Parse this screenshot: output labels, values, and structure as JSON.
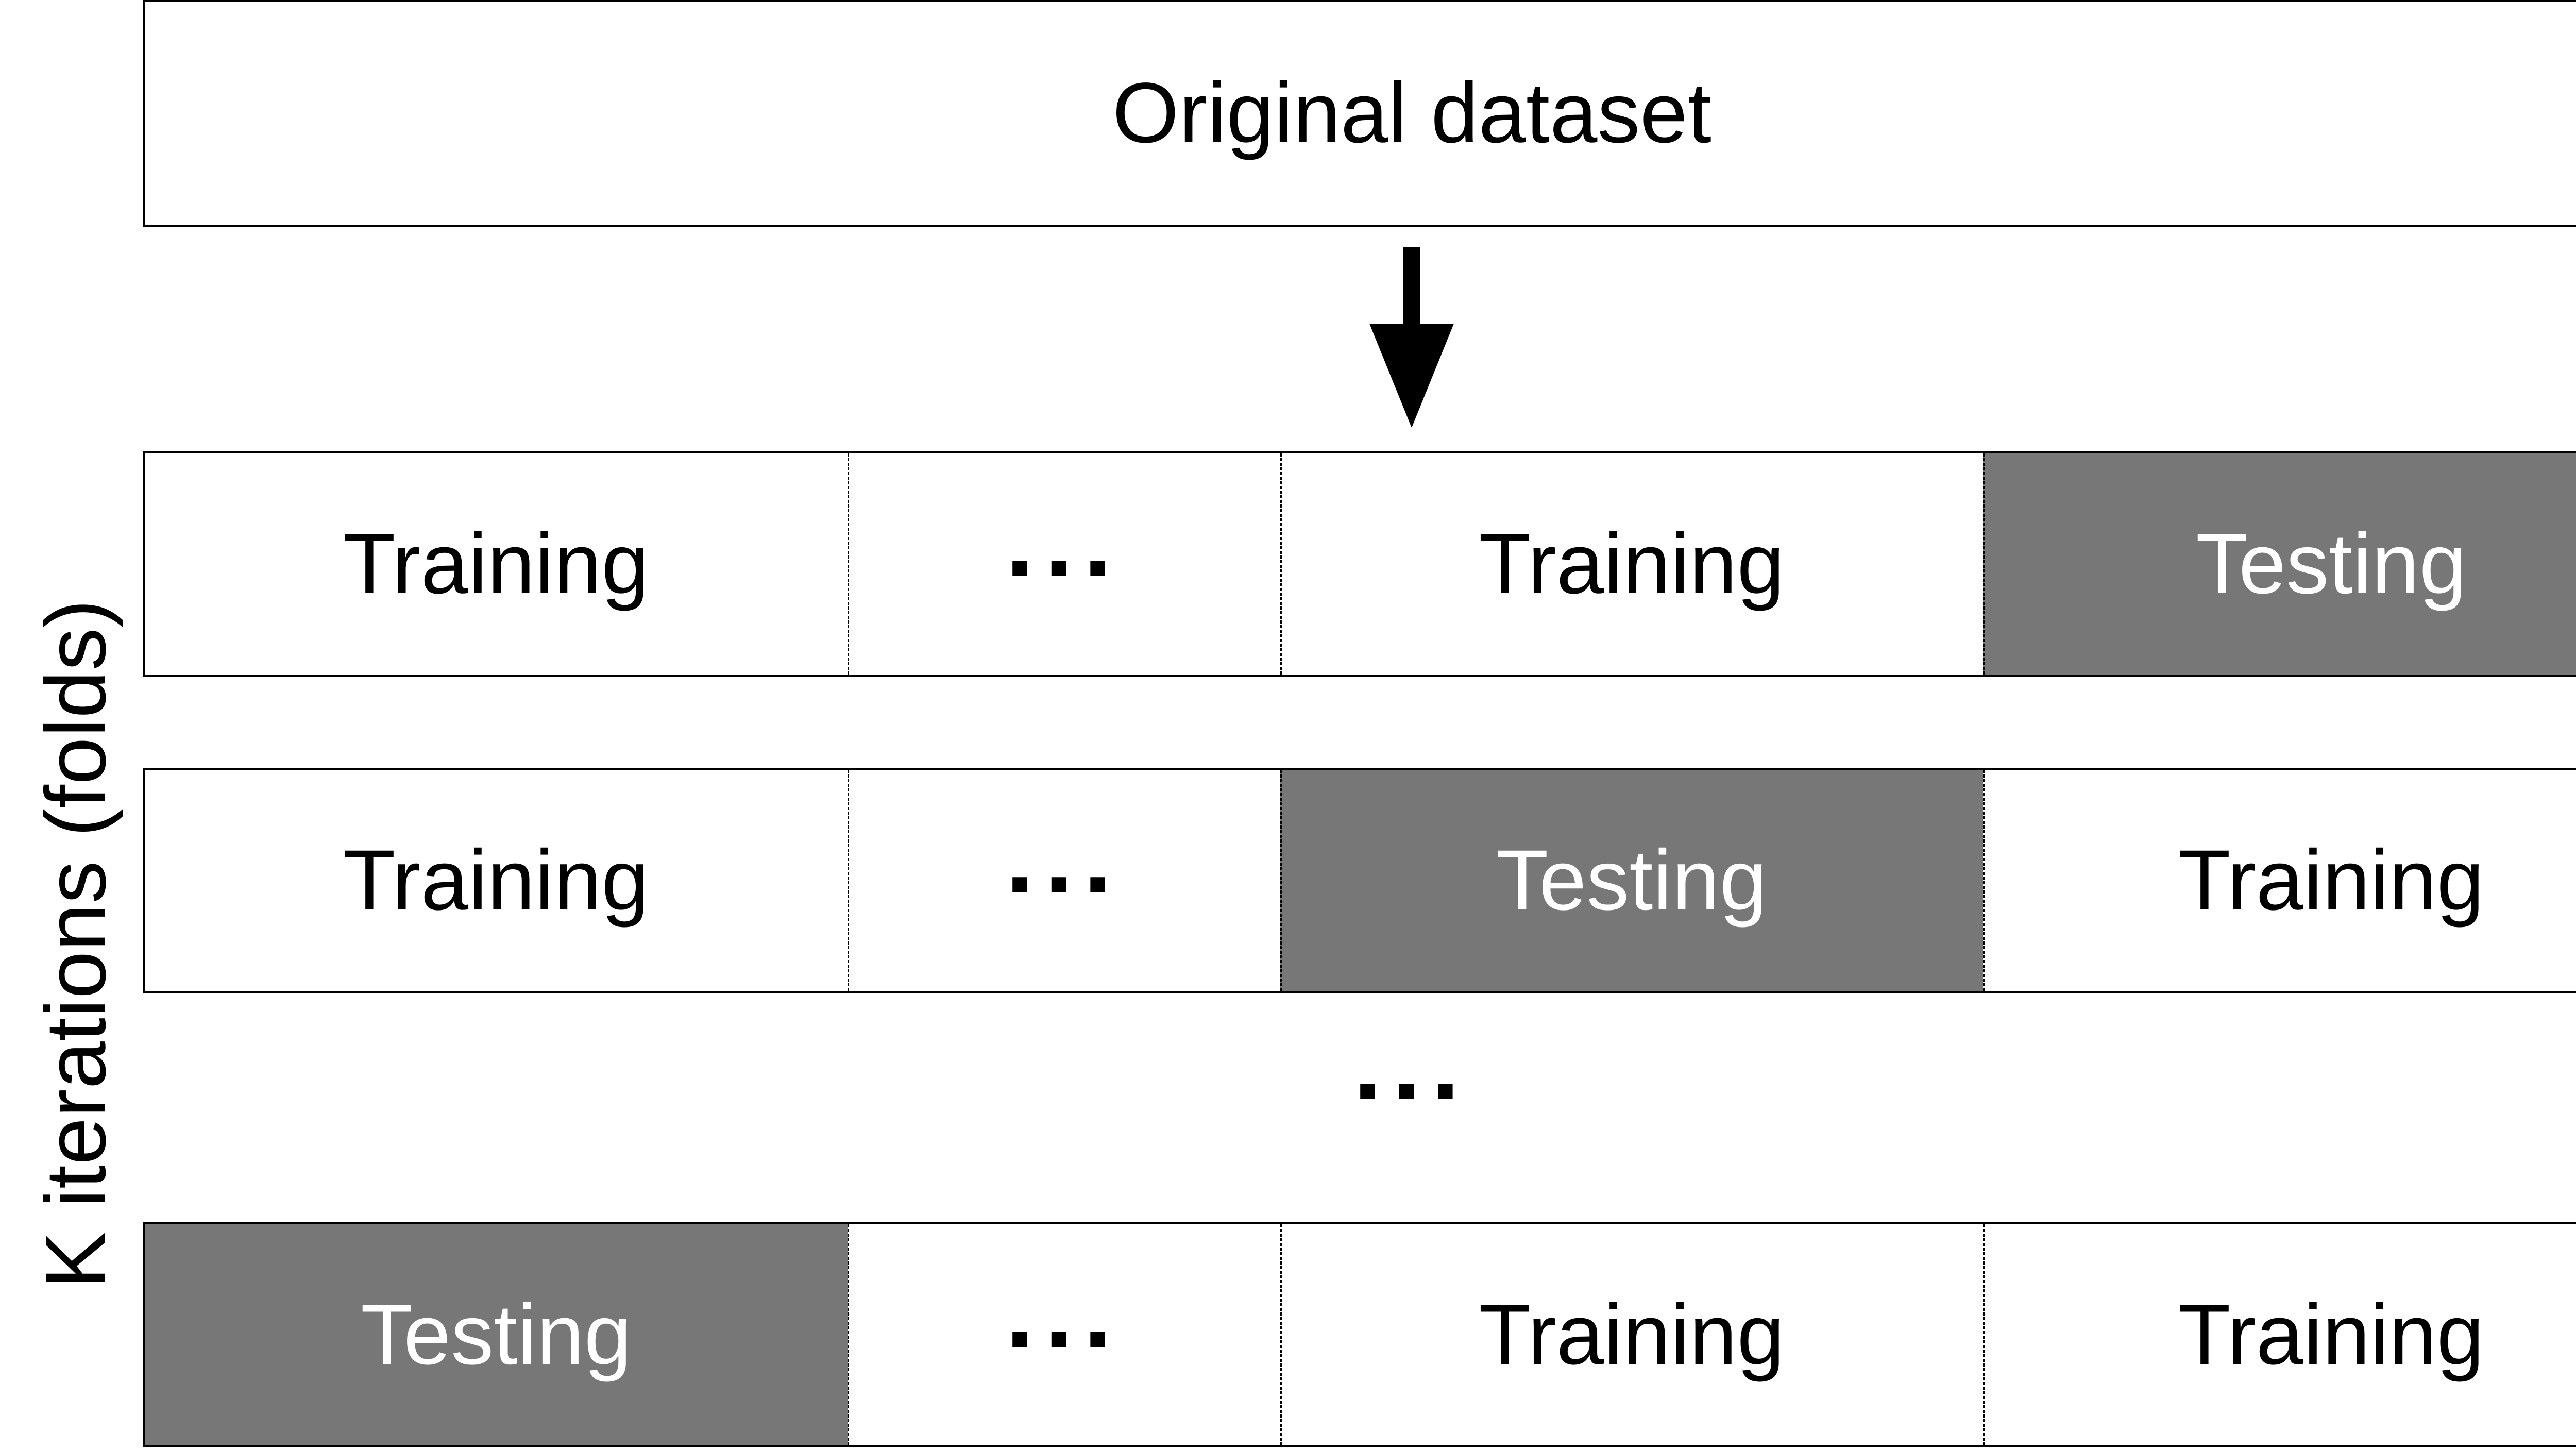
{
  "dataset": {
    "label": "Original dataset"
  },
  "side_label": "K iterations (folds)",
  "between_rows_ellipsis": "...",
  "colors": {
    "testing_fill": "#777777",
    "training_fill": "#ffffff",
    "border": "#000000"
  },
  "folds": [
    {
      "cells": [
        {
          "label": "Training",
          "kind": "training"
        },
        {
          "label": "...",
          "kind": "ellipsis"
        },
        {
          "label": "Training",
          "kind": "training"
        },
        {
          "label": "Testing",
          "kind": "testing"
        }
      ]
    },
    {
      "cells": [
        {
          "label": "Training",
          "kind": "training"
        },
        {
          "label": "...",
          "kind": "ellipsis"
        },
        {
          "label": "Testing",
          "kind": "testing"
        },
        {
          "label": "Training",
          "kind": "training"
        }
      ]
    },
    {
      "cells": [
        {
          "label": "Testing",
          "kind": "testing"
        },
        {
          "label": "...",
          "kind": "ellipsis"
        },
        {
          "label": "Training",
          "kind": "training"
        },
        {
          "label": "Training",
          "kind": "training"
        }
      ]
    }
  ]
}
